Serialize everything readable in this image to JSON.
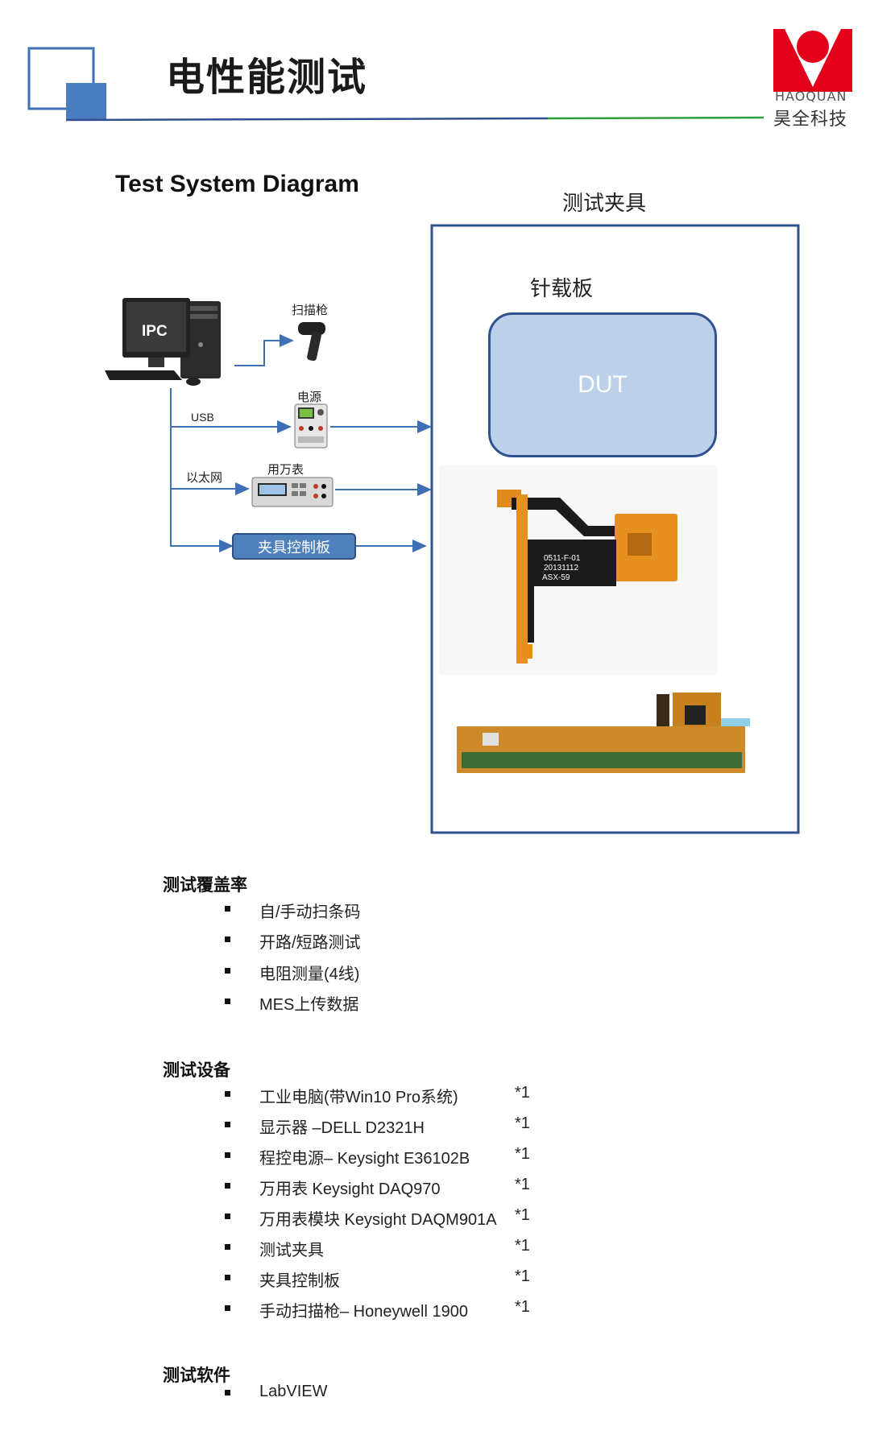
{
  "header": {
    "title": "电性能测试",
    "logo": {
      "name_en": "HAOQUAN",
      "name_cn": "昊全科技",
      "colors": {
        "red": "#e2001a",
        "green": "#2e9e3c",
        "blue": "#2f66b3"
      }
    }
  },
  "diagram": {
    "title": "Test System Diagram",
    "fixture_label": "测试夹具",
    "needle_board_label": "针载板",
    "dut_label": "DUT",
    "pc_label": "IPC",
    "scanner_label": "扫描枪",
    "power_label": "电源",
    "multimeter_label": "用万表",
    "usb_label": "USB",
    "ethernet_label": "以太网",
    "control_board_label": "夹具控制板",
    "fpc1_text": {
      "line1": "0511-F-01",
      "line2": "20131112",
      "line3": "ASX-59"
    }
  },
  "coverage": {
    "heading": "测试覆盖率",
    "items": [
      "自/手动扫条码",
      "开路/短路测试",
      "电阻测量(4线)",
      "MES上传数据"
    ]
  },
  "equipment": {
    "heading": "测试设备",
    "items": [
      {
        "name": "工业电脑(带Win10 Pro系统)",
        "qty": "*1"
      },
      {
        "name": "显示器 –DELL D2321H",
        "qty": "*1"
      },
      {
        "name": "程控电源– Keysight E36102B",
        "qty": "*1"
      },
      {
        "name": "万用表 Keysight DAQ970",
        "qty": "*1"
      },
      {
        "name": "万用表模块 Keysight DAQM901A",
        "qty": "*1"
      },
      {
        "name": "测试夹具",
        "qty": "*1"
      },
      {
        "name": "夹具控制板",
        "qty": "*1"
      },
      {
        "name": "手动扫描枪– Honeywell 1900",
        "qty": "*1"
      }
    ]
  },
  "software": {
    "heading": "测试软件",
    "items": [
      "LabVIEW"
    ]
  }
}
